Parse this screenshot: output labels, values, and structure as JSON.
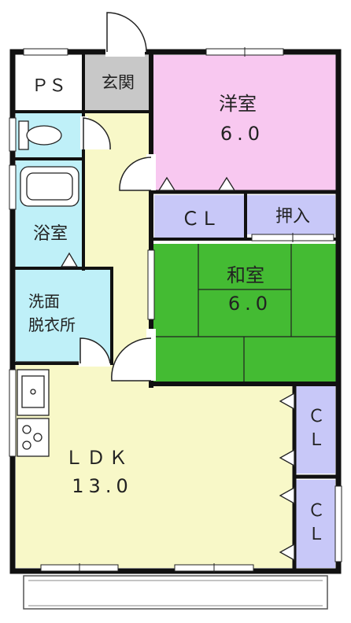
{
  "rooms": {
    "ps": {
      "label": "ＰＳ"
    },
    "genkan": {
      "label": "玄関"
    },
    "western": {
      "name": "洋室",
      "size": "6.0"
    },
    "cl_top": {
      "label": "ＣＬ"
    },
    "oshiire": {
      "label": "押入"
    },
    "washitsu": {
      "name": "和室",
      "size": "6.0"
    },
    "bath": {
      "label": "浴室"
    },
    "senmen_1": "洗面",
    "senmen_2": "脱衣所",
    "ldk": {
      "name": "ＬＤＫ",
      "size": "13.0"
    },
    "cl_right_1": {
      "label_1": "Ｃ",
      "label_2": "Ｌ"
    },
    "cl_right_2": {
      "label_1": "Ｃ",
      "label_2": "Ｌ"
    }
  },
  "colors": {
    "western": "#f8c8f0",
    "washitsu": "#44bb33",
    "ldk": "#f8f8c8",
    "water": "#bff0f8",
    "closet": "#c8c8f8",
    "genkan": "#c8c8c8",
    "wall": "#111111"
  }
}
